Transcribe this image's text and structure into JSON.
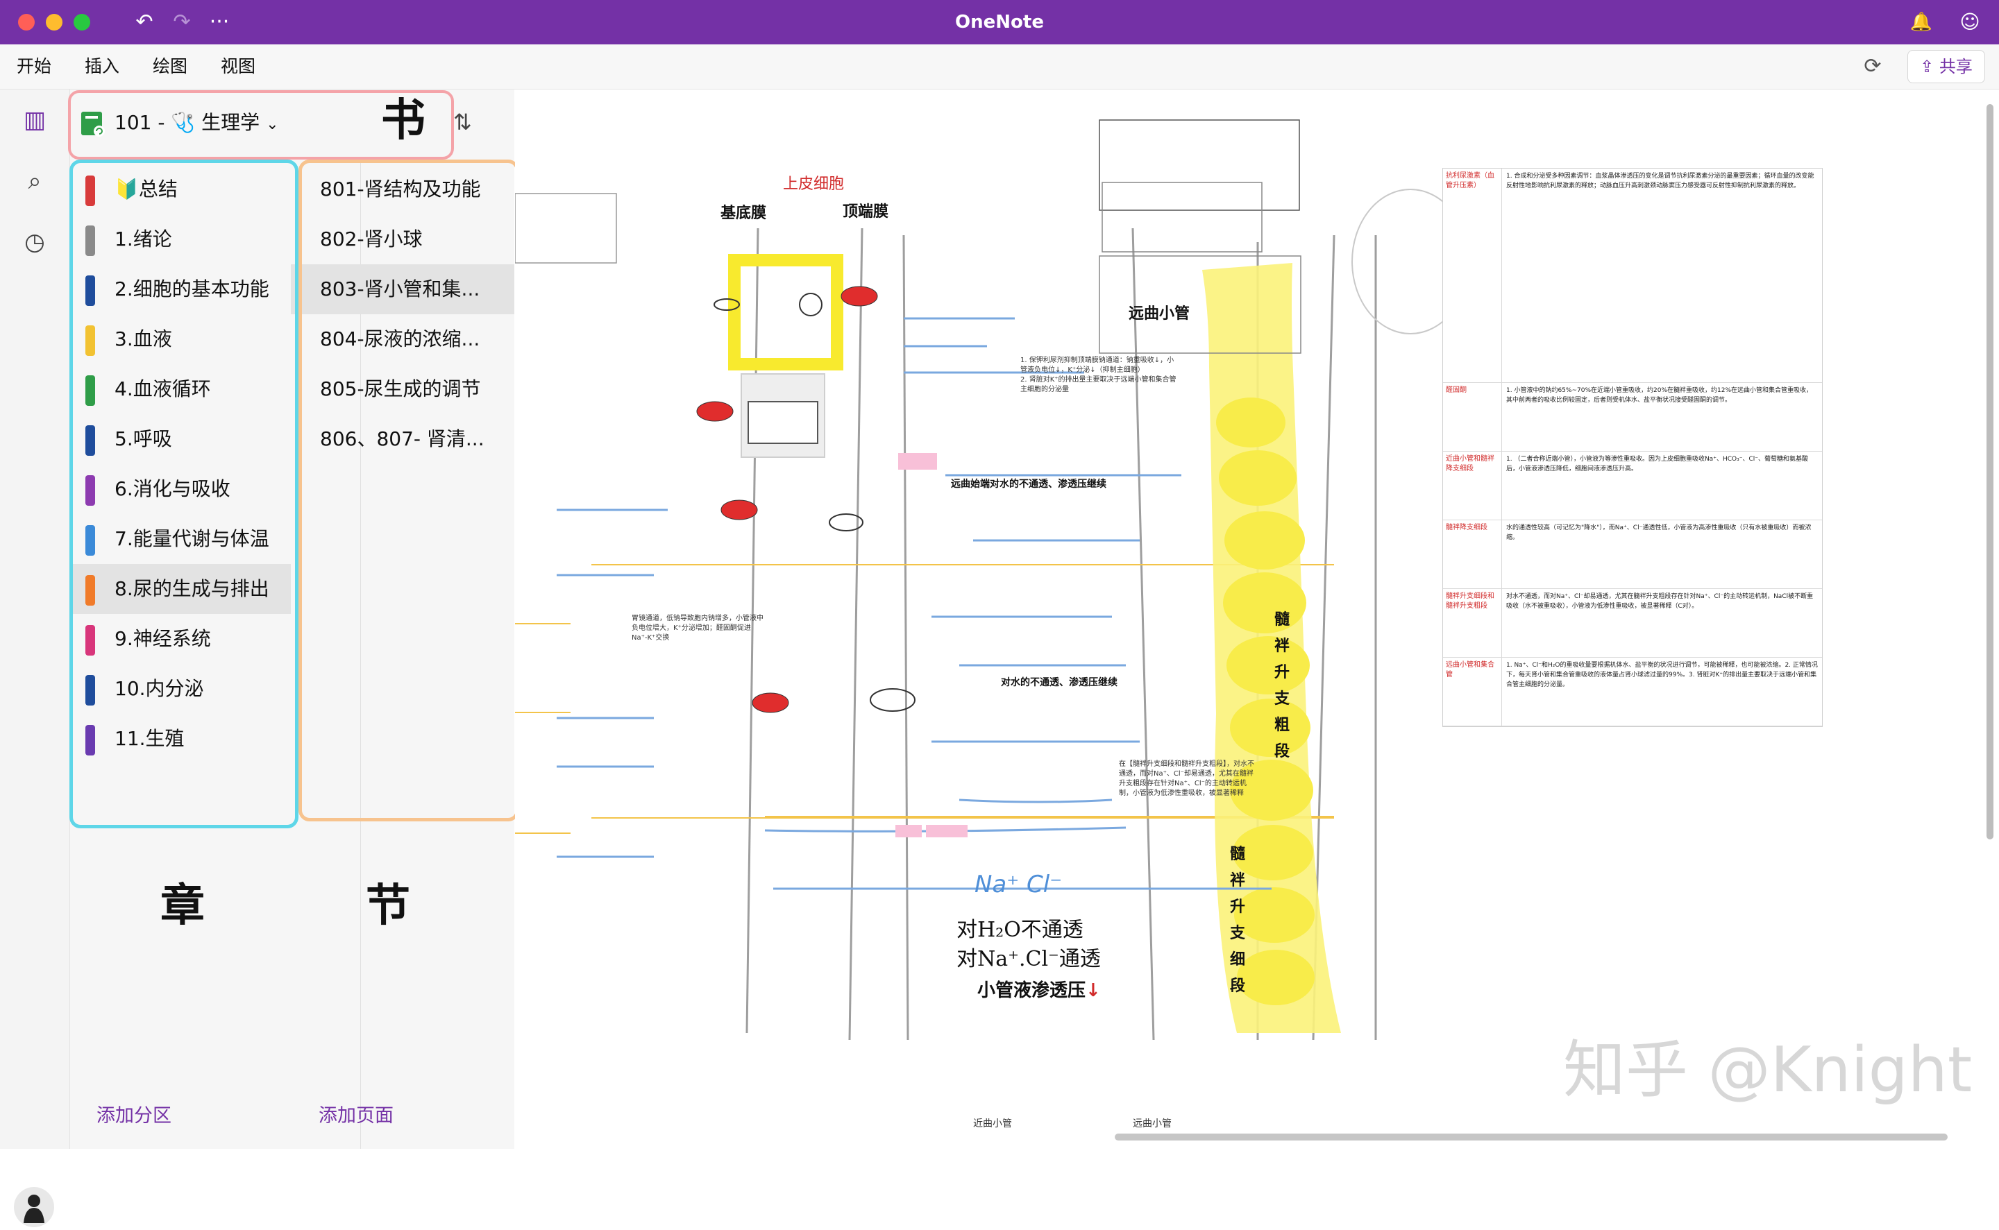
{
  "window": {
    "title": "OneNote"
  },
  "menu": {
    "items": [
      "开始",
      "插入",
      "绘图",
      "视图"
    ],
    "share_label": "共享"
  },
  "notebook": {
    "number": "101 -",
    "name": "生理学",
    "emoji": "🩺"
  },
  "annotations": {
    "book": "书",
    "chapter": "章",
    "section": "节"
  },
  "sections": [
    {
      "label": "🔰总结",
      "color": "#d83b3b"
    },
    {
      "label": "1.绪论",
      "color": "#8a8a8a"
    },
    {
      "label": "2.细胞的基本功能",
      "color": "#1f4d9c"
    },
    {
      "label": "3.血液",
      "color": "#f2c232"
    },
    {
      "label": "4.血液循环",
      "color": "#2f9d48"
    },
    {
      "label": "5.呼吸",
      "color": "#1f4d9c"
    },
    {
      "label": "6.消化与吸收",
      "color": "#8d3bb0"
    },
    {
      "label": "7.能量代谢与体温",
      "color": "#3b8ad8"
    },
    {
      "label": "8.尿的生成与排出",
      "color": "#f07b2a"
    },
    {
      "label": "9.神经系统",
      "color": "#d8367b"
    },
    {
      "label": "10.内分泌",
      "color": "#1f4d9c"
    },
    {
      "label": "11.生殖",
      "color": "#6a3bb0"
    }
  ],
  "active_section_index": 8,
  "pages": [
    {
      "label": "801-肾结构及功能"
    },
    {
      "label": "802-肾小球"
    },
    {
      "label": "803-肾小管和集..."
    },
    {
      "label": "804-尿液的浓缩..."
    },
    {
      "label": "805-尿生成的调节"
    },
    {
      "label": "806、807- 肾清..."
    }
  ],
  "active_page_index": 2,
  "footer": {
    "add_section": "添加分区",
    "add_page": "添加页面"
  },
  "canvas": {
    "labels": {
      "epithelial": "上皮细胞",
      "basement": "基底膜",
      "apical": "顶端膜",
      "distal": "远曲小管",
      "loop_desc": "髓袢升支粗段",
      "loop_thin": "髓袢升支细段",
      "osm": "小管液渗透压",
      "osm_arrow": "↓",
      "water_impermeable": "远曲始端对水的不通透、渗透压继续",
      "water_na_cl": "对水的不通透、渗透压继续",
      "na_cl": "Na⁺ Cl⁻",
      "handwrite1": "对H₂O不通透",
      "handwrite2": "对Na⁺.Cl⁻通透",
      "watermark": "知乎 @Knight",
      "bottom1": "近曲小管",
      "bottom2": "远曲小管"
    },
    "right_notes": [
      {
        "head": "抗利尿激素（血管升压素）",
        "body": "1. 合成和分泌受多种因素调节：血浆晶体渗透压的变化是调节抗利尿激素分泌的最重要因素；循环血量的改变能反射性地影响抗利尿激素的释放；动脉血压升高刺激颈动脉窦压力感受器可反射性抑制抗利尿激素的释放。"
      },
      {
        "head": "醛固酮",
        "body": "1. 小管液中的钠约65%~70%在近端小管重吸收，约20%在髓袢重吸收，约12%在远曲小管和集合管重吸收，其中前两者的吸收比例较固定，后者则受机体水、盐平衡状况接受醛固酮的调节。"
      },
      {
        "head": "近曲小管和髓袢降支细段",
        "body": "1. （二者合称近端小管），小管液为等渗性重吸收。因为上皮细胞重吸收Na⁺、HCO₃⁻、Cl⁻、葡萄糖和氨基酸后，小管液渗透压降低，细胞间液渗透压升高。"
      },
      {
        "head": "髓袢降支细段",
        "body": "水的通透性较高（可记忆为\"降水\"），而Na⁺、Cl⁻通透性低，小管液为高渗性重吸收（只有水被重吸收）而被浓缩。"
      },
      {
        "head": "髓袢升支细段和髓袢升支粗段",
        "body": "对水不通透，而对Na⁺、Cl⁻却易通透，尤其在髓袢升支粗段存在针对Na⁺、Cl⁻的主动转运机制，NaCl被不断重吸收（水不被重吸收），小管液为低渗性重吸收，被显著稀释（C对）。"
      },
      {
        "head": "远曲小管和集合管",
        "body": "1. Na⁺、Cl⁻和H₂O的重吸收量要根据机体水、盐平衡的状况进行调节，可能被稀释，也可能被浓缩。2. 正常情况下，每天肾小管和集合管重吸收的液体量占肾小球滤过量的99%。3. 肾脏对K⁺的排出量主要取决于远端小管和集合管主细胞的分泌量。"
      }
    ]
  }
}
